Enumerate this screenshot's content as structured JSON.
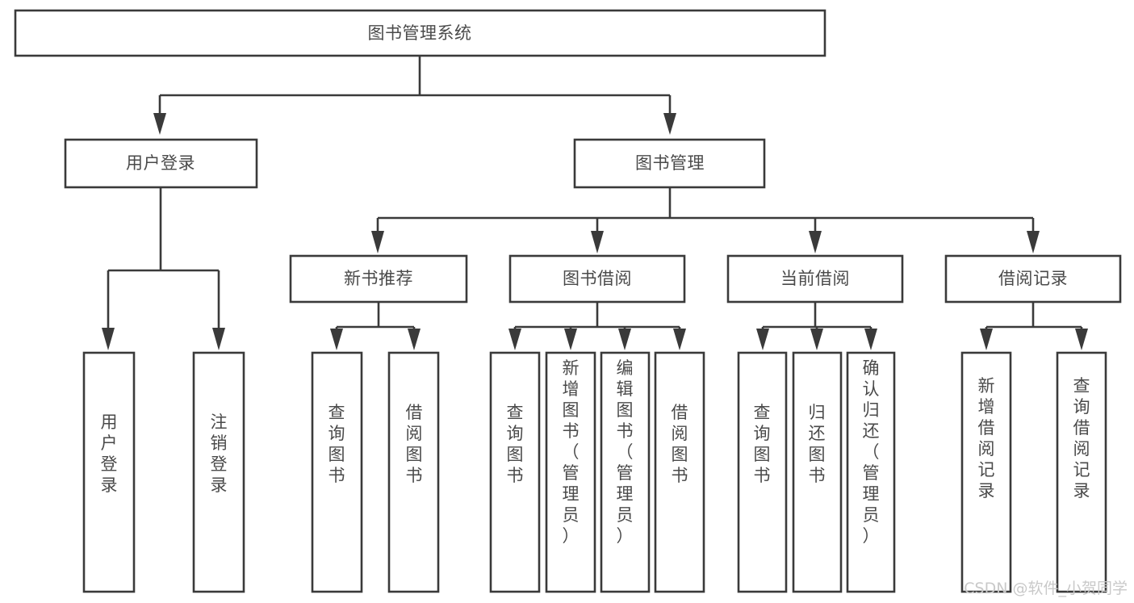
{
  "diagram": {
    "title": "图书管理系统",
    "type": "tree-hierarchy-functional-structure",
    "colors": {
      "box_stroke": "#3a3a3a",
      "box_fill": "#ffffff",
      "text": "#4a4a4a",
      "connector": "#3a3a3a",
      "background": "#ffffff",
      "watermark": "#c9c9c9"
    },
    "root": {
      "label": "图书管理系统"
    },
    "level2": [
      {
        "label": "用户登录"
      },
      {
        "label": "图书管理"
      }
    ],
    "level3": [
      {
        "label": "新书推荐"
      },
      {
        "label": "图书借阅"
      },
      {
        "label": "当前借阅"
      },
      {
        "label": "借阅记录"
      }
    ],
    "leaves": {
      "user_login": [
        {
          "label": "用户登录"
        },
        {
          "label": "注销登录"
        }
      ],
      "new_book_recommend": [
        {
          "label": "查询图书"
        },
        {
          "label": "借阅图书"
        }
      ],
      "book_borrow": [
        {
          "label": "查询图书"
        },
        {
          "label": "新增图书（管理员）"
        },
        {
          "label": "编辑图书（管理员）"
        },
        {
          "label": "借阅图书"
        }
      ],
      "current_borrow": [
        {
          "label": "查询图书"
        },
        {
          "label": "归还图书"
        },
        {
          "label": "确认归还（管理员）"
        }
      ],
      "borrow_record": [
        {
          "label": "新增借阅记录"
        },
        {
          "label": "查询借阅记录"
        }
      ]
    }
  },
  "watermark": {
    "text": "CSDN @软件_小贺同学"
  }
}
